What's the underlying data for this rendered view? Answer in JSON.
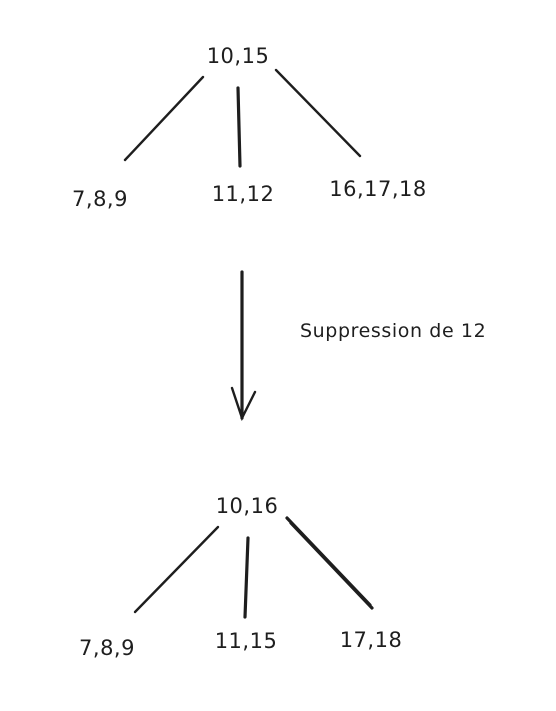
{
  "tree_before": {
    "root": "10,15",
    "children": [
      "7,8,9",
      "11,12",
      "16,17,18"
    ]
  },
  "transition": {
    "label": "Suppression de 12"
  },
  "tree_after": {
    "root": "10,16",
    "children": [
      "7,8,9",
      "11,15",
      "17,18"
    ]
  }
}
